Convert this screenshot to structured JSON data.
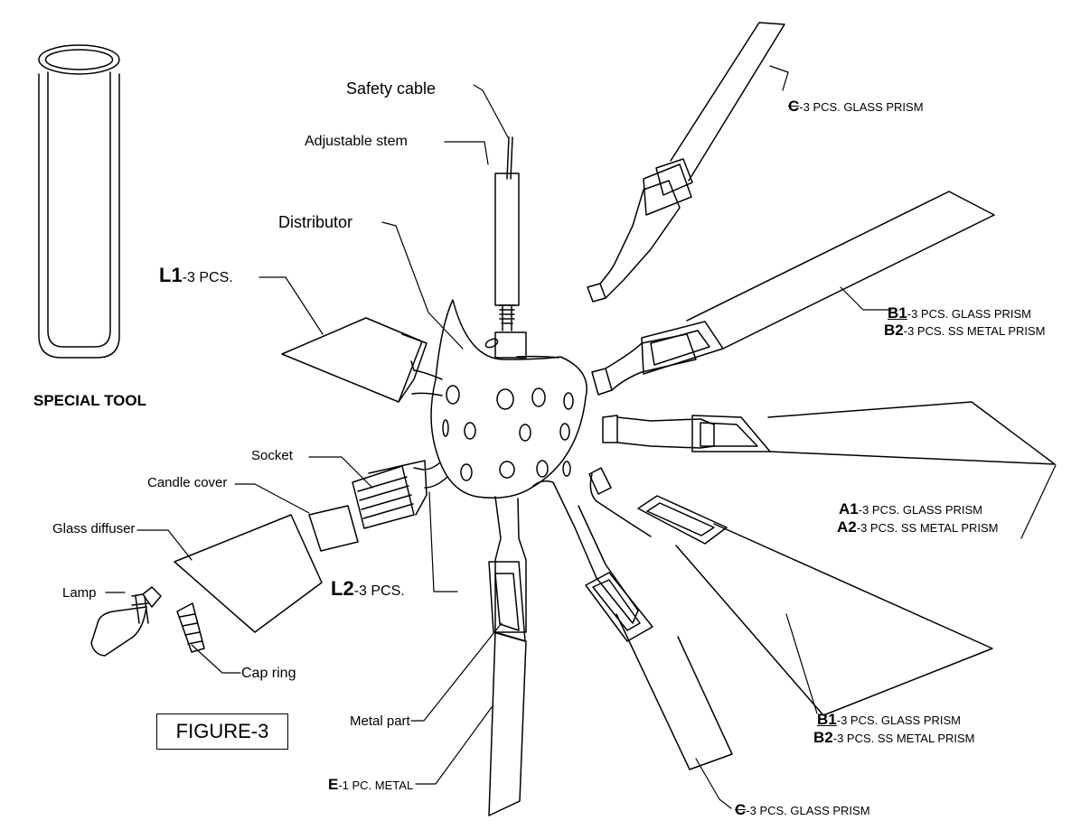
{
  "figure_label": "FIGURE-3",
  "special_tool": "SPECIAL TOOL",
  "labels": {
    "safety_cable": "Safety cable",
    "adjustable_stem": "Adjustable stem",
    "distributor": "Distributor",
    "socket": "Socket",
    "candle_cover": "Candle cover",
    "glass_diffuser": "Glass diffuser",
    "lamp": "Lamp",
    "cap_ring": "Cap ring",
    "metal_part": "Metal part"
  },
  "parts": {
    "l1": {
      "code": "L1",
      "desc": "-3 PCS."
    },
    "l2": {
      "code": "L2",
      "desc": "-3 PCS."
    },
    "c_top": {
      "code": "C",
      "desc": "-3 PCS. GLASS PRISM"
    },
    "b1_top": {
      "code": "B1",
      "desc": "-3 PCS. GLASS PRISM"
    },
    "b2_top": {
      "code": "B2",
      "desc": "-3 PCS. SS METAL PRISM"
    },
    "a1": {
      "code": "A1",
      "desc": "-3 PCS. GLASS PRISM"
    },
    "a2": {
      "code": "A2",
      "desc": "-3 PCS. SS METAL PRISM"
    },
    "b1_bot": {
      "code": "B1",
      "desc": "-3 PCS. GLASS PRISM"
    },
    "b2_bot": {
      "code": "B2",
      "desc": "-3 PCS. SS METAL PRISM"
    },
    "c_bot": {
      "code": "C",
      "desc": "-3 PCS. GLASS PRISM"
    },
    "e": {
      "code": "E",
      "desc": "-1 PC. METAL"
    }
  }
}
